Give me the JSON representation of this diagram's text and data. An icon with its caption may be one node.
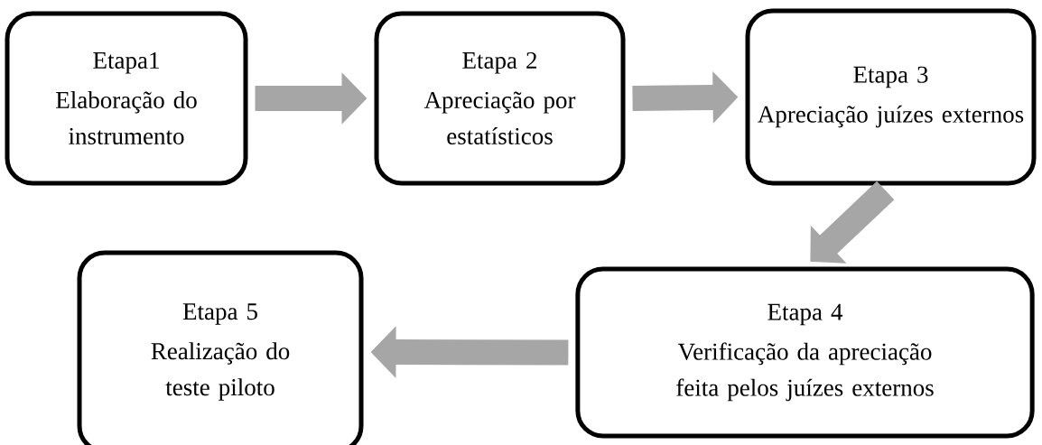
{
  "diagram": {
    "nodes": [
      {
        "text": [
          "Etapa1",
          "Elaboração do instrumento"
        ]
      },
      {
        "text": [
          "Etapa 2",
          "Apreciação por estatísticos"
        ]
      },
      {
        "text": [
          "Etapa 3",
          "Apreciação juízes externos"
        ]
      },
      {
        "text": [
          "Etapa 4",
          "Verificação da apreciação feita pelos juízes externos"
        ]
      },
      {
        "text": [
          "Etapa 5",
          "Realização do teste piloto"
        ]
      }
    ],
    "edges": [
      {
        "from": 0,
        "to": 1,
        "arrow": "to"
      },
      {
        "from": 1,
        "to": 2,
        "arrow": "to"
      },
      {
        "from": 2,
        "to": 3,
        "arrow": "to"
      },
      {
        "from": 3,
        "to": 4,
        "arrow": "to"
      }
    ]
  }
}
